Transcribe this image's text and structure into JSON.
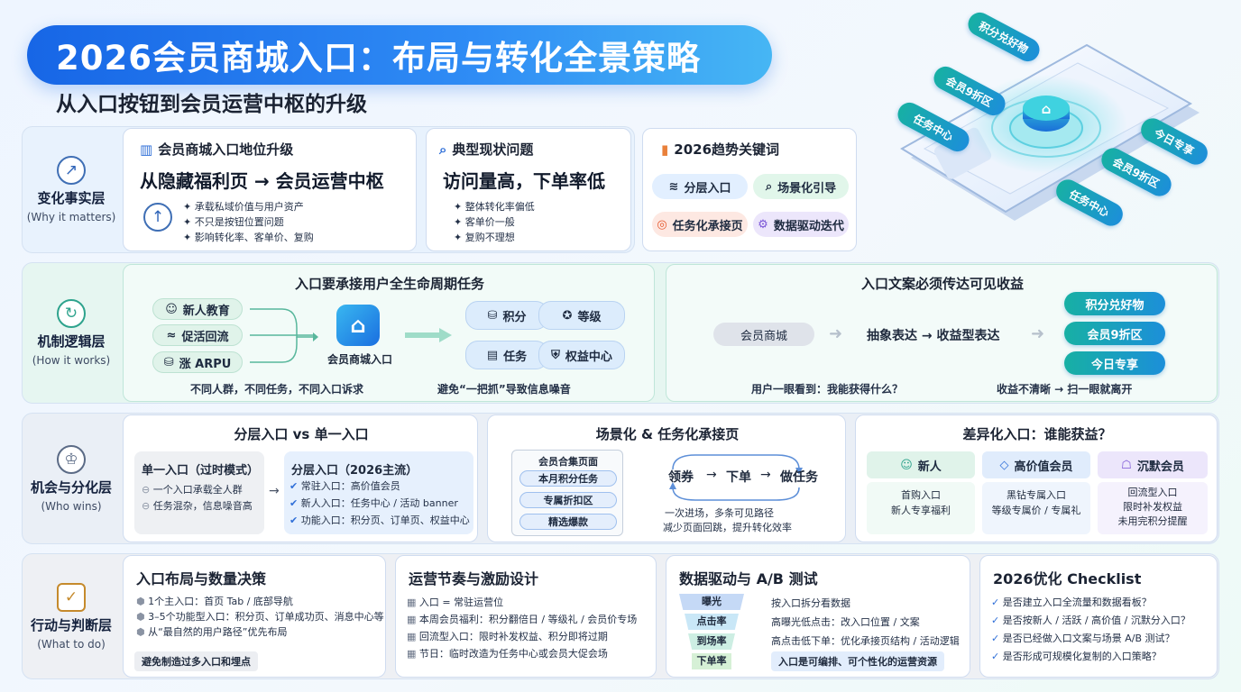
{
  "header": {
    "title": "2026会员商城入口：布局与转化全景策略",
    "subtitle": "从入口按钮到会员运营中枢的升级"
  },
  "hero": {
    "center_icon": "store-icon",
    "badges": [
      "积分兑好物",
      "会员9折区",
      "任务中心",
      "今日专享",
      "会员9折区",
      "任务中心"
    ]
  },
  "layers": [
    {
      "zh": "变化事实层",
      "en": "(Why it matters)",
      "icon": "rocket-head-icon"
    },
    {
      "zh": "机制逻辑层",
      "en": "(How it works)",
      "icon": "cycle-icon"
    },
    {
      "zh": "机会与分化层",
      "en": "(Who wins)",
      "icon": "trophy-icon"
    },
    {
      "zh": "行动与判断层",
      "en": "(What to do)",
      "icon": "checkbox-icon"
    }
  ],
  "row1": {
    "status": {
      "title": "会员商城入口地位升级",
      "headline": "从隐藏福利页 → 会员运营中枢",
      "bullets": [
        "承载私域价值与用户资产",
        "不只是按钮位置问题",
        "影响转化率、客单价、复购"
      ]
    },
    "problem": {
      "title": "典型现状问题",
      "headline": "访问量高，下单率低",
      "bullets": [
        "整体转化率偏低",
        "客单价一般",
        "复购不理想"
      ]
    },
    "keywords": {
      "title": "2026趋势关键词",
      "items": [
        "分层入口",
        "场景化引导",
        "任务化承接页",
        "数据驱动迭代"
      ]
    }
  },
  "row2": {
    "lifecycle": {
      "title": "入口要承接用户全生命周期任务",
      "inputs": [
        "新人教育",
        "促活回流",
        "涨 ARPU"
      ],
      "center": "会员商城入口",
      "outputs": [
        "积分",
        "等级",
        "任务",
        "权益中心"
      ],
      "note_left": "不同人群，不同任务，不同入口诉求",
      "note_right": "避免“一把抓”导致信息噪音"
    },
    "copy": {
      "title": "入口文案必须传达可见收益",
      "from": "会员商城",
      "mid": "抽象表达 → 收益型表达",
      "buttons": [
        "积分兑好物",
        "会员9折区",
        "今日专享"
      ],
      "note_left": "用户一眼看到：我能获得什么？",
      "note_right": "收益不清晰 → 扫一眼就离开"
    }
  },
  "row3": {
    "layered": {
      "title": "分层入口 vs 单一入口",
      "single_title": "单一入口（过时模式）",
      "single_items": [
        "一个入口承载全人群",
        "任务混杂，信息噪音高"
      ],
      "multi_title": "分层入口（2026主流）",
      "multi_items": [
        "常驻入口：高价值会员",
        "新人入口：任务中心 / 活动 banner",
        "功能入口：积分页、订单页、权益中心"
      ]
    },
    "scene": {
      "title": "场景化 & 任务化承接页",
      "page_items": [
        "会员合集页面",
        "本月积分任务",
        "专属折扣区",
        "精选爆款"
      ],
      "flow": [
        "领券",
        "下单",
        "做任务"
      ],
      "note1": "一次进场，多条可见路径",
      "note2": "减少页面回跳，提升转化效率"
    },
    "diff": {
      "title": "差异化入口：谁能获益？",
      "cols": [
        {
          "head": "新人",
          "lines": [
            "首购入口",
            "新人专享福利"
          ],
          "icon": "user-icon"
        },
        {
          "head": "高价值会员",
          "lines": [
            "黑钻专属入口",
            "等级专属价 / 专属礼"
          ],
          "icon": "diamond-icon"
        },
        {
          "head": "沉默会员",
          "lines": [
            "回流型入口",
            "限时补发权益",
            "未用完积分提醒"
          ],
          "icon": "ghost-icon"
        }
      ]
    }
  },
  "row4": {
    "layout": {
      "title": "入口布局与数量决策",
      "items": [
        "1个主入口：首页 Tab / 底部导航",
        "3–5个功能型入口：积分页、订单成功页、消息中心等",
        "从“最自然的用户路径”优先布局"
      ],
      "tag": "避免制造过多入口和埋点"
    },
    "ops": {
      "title": "运营节奏与激励设计",
      "items": [
        "入口 = 常驻运营位",
        "本周会员福利：积分翻倍日 / 等级礼 / 会员价专场",
        "回流型入口：限时补发权益、积分即将过期",
        "节日：临时改造为任务中心或会员大促会场"
      ]
    },
    "data": {
      "title": "数据驱动与 A/B 测试",
      "funnel": [
        "曝光",
        "点击率",
        "到场率",
        "下单率"
      ],
      "items": [
        "按入口拆分看数据",
        "高曝光低点击：改入口位置 / 文案",
        "高点击低下单：优化承接页结构 / 活动逻辑"
      ],
      "tag": "入口是可编排、可个性化的运营资源"
    },
    "checklist": {
      "title": "2026优化 Checklist",
      "items": [
        "是否建立入口全流量和数据看板？",
        "是否按新人 / 活跃 / 高价值 / 沉默分入口？",
        "是否已经做入口文案与场景 A/B 测试？",
        "是否形成可规模化复制的入口策略？"
      ]
    }
  }
}
